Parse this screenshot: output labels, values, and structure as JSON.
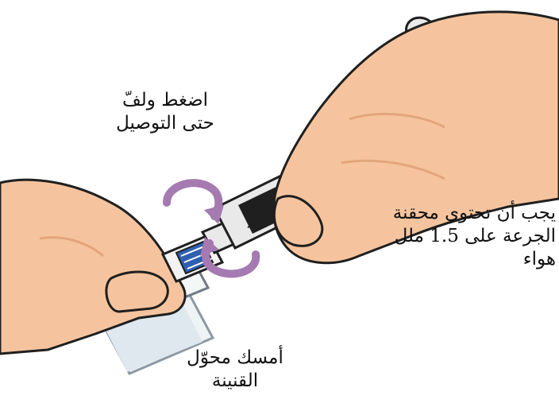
{
  "labels": {
    "press_and_twist": [
      "اضغط ولفّ",
      "حتى التوصيل"
    ],
    "syringe_air": [
      "يجب أن تحتوي محقنة",
      "الجرعة على 1.5 ملل",
      "هواء"
    ],
    "hold_vial_adapter": [
      "أمسك محوّل",
      "القنينة"
    ]
  },
  "colors": {
    "skin": "#f5c49e",
    "skin_shadow": "#e3a57c",
    "outline": "#1f1f1f",
    "rotation_arrow": "#a47ab0",
    "adapter_blue": "#2f5fb0",
    "syringe_body": "#e9e9e9"
  },
  "icons": {
    "rotation_arrow_top": "rotate-arrow-icon",
    "rotation_arrow_bottom": "rotate-arrow-icon"
  }
}
